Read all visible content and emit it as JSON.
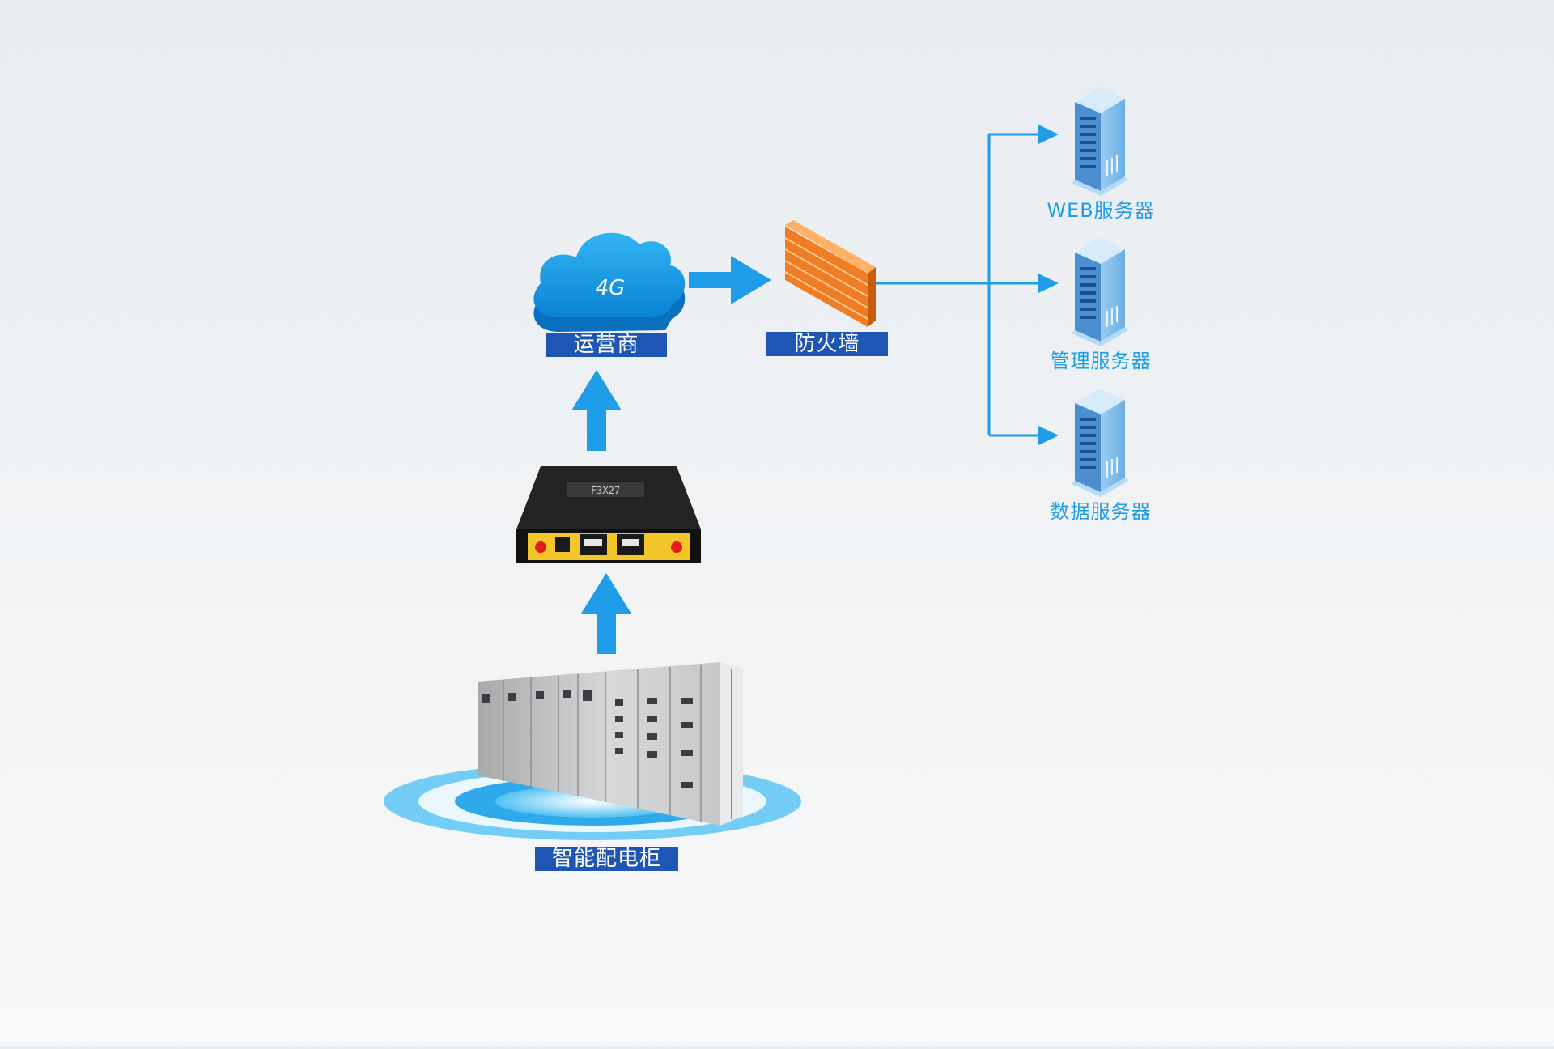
{
  "nodes": {
    "carrier": {
      "label": "运营商",
      "cloud_text": "4G"
    },
    "firewall": {
      "label": "防火墙"
    },
    "router": {
      "model_text": "F3X27"
    },
    "cabinet": {
      "label": "智能配电柜"
    }
  },
  "servers": [
    {
      "label": "WEB服务器"
    },
    {
      "label": "管理服务器"
    },
    {
      "label": "数据服务器"
    }
  ],
  "colors": {
    "accent": "#1f9de8",
    "label_bg": "#1f56b4",
    "firewall": "#f07d24",
    "router_body": "#1c1c1c",
    "router_panel": "#f3c62a"
  },
  "icons": [
    "cloud-icon",
    "firewall-icon",
    "router-icon",
    "server-icon",
    "cabinet-icon",
    "signal-ring-icon",
    "arrow-icon"
  ]
}
